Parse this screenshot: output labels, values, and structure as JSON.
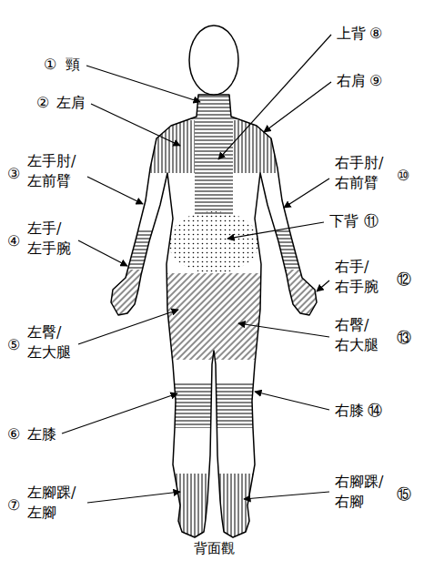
{
  "diagram": {
    "caption": "背面觀",
    "labels": [
      "①",
      "頸",
      "②",
      "左肩",
      "③",
      "左手肘/ 左前臂",
      "④",
      "左手/ 左手腕",
      "⑤",
      "左臀/ 左大腿",
      "⑥",
      "左膝",
      "⑦",
      "左腳踝/ 左腳",
      "上背",
      "⑧",
      "右肩",
      "⑨",
      "右手肘/ 右前臂",
      "⑩",
      "下背",
      "⑪",
      "右手/ 右手腕",
      "⑫",
      "右臀/ 右大腿",
      "⑬",
      "右膝",
      "⑭",
      "右腳踝/ 右腳",
      "⑮"
    ]
  }
}
